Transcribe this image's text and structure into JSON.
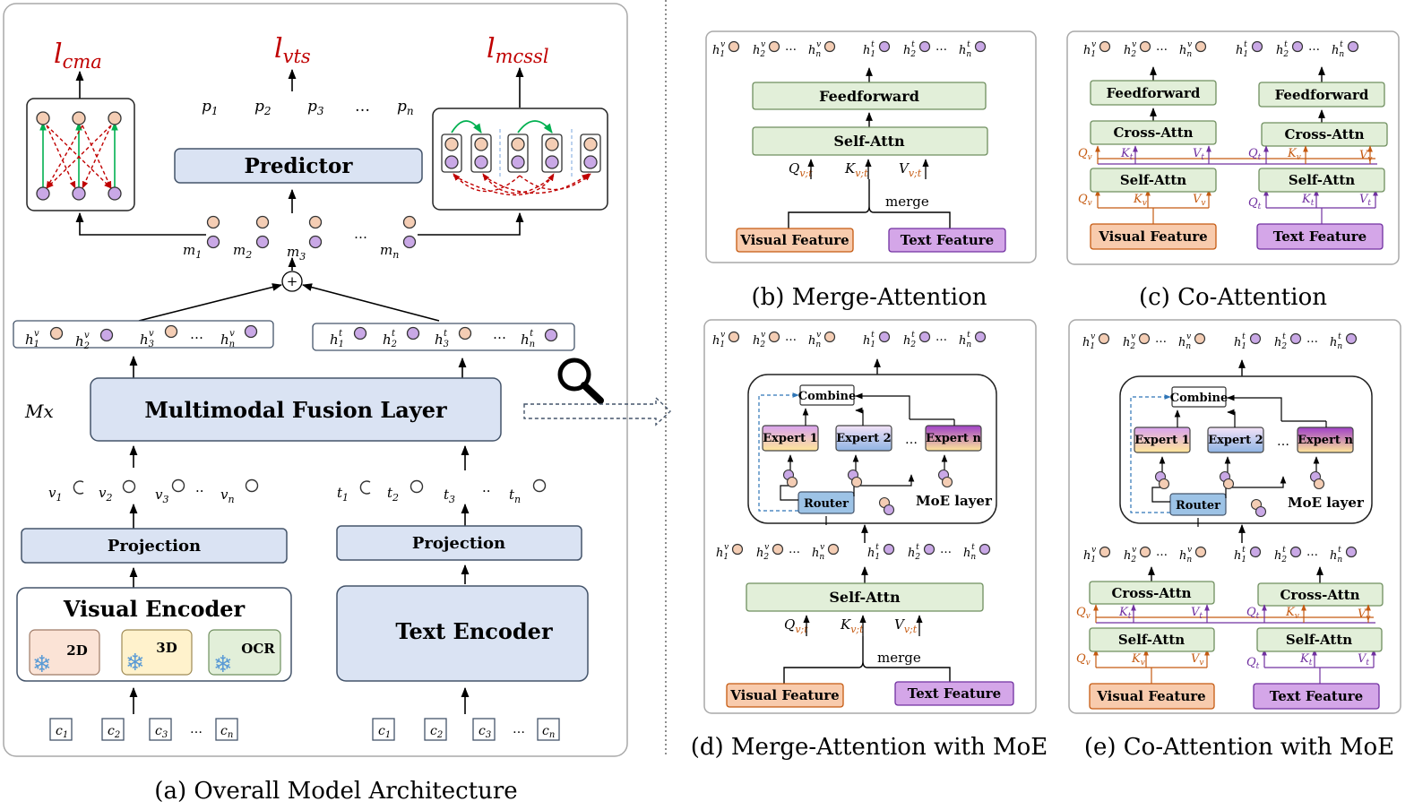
{
  "colors": {
    "panel_border": "#a9a9a9",
    "blue_fill": "#dae3f3",
    "blue_stroke": "#44546a",
    "green_fill": "#e2efd9",
    "green_stroke": "#6f8f5f",
    "visual_fill": "#f8cbad",
    "visual_stroke": "#c55a11",
    "text_fill": "#d4a6e8",
    "text_stroke": "#7030a0",
    "loss_red": "#c00000",
    "arrow_green": "#00b050",
    "dash_red": "#c00000",
    "q_orange": "#c55a11",
    "k_purple": "#7030a0",
    "dot_orange_fill": "#f4cdb4",
    "dot_purple_fill": "#c9a8e6",
    "expert_yellow": "#ffe699",
    "expert_blue": "#9dc3e6"
  },
  "panel_a": {
    "caption": "(a) Overall Model Architecture",
    "losses": {
      "cma": "cma",
      "vts": "vts",
      "mcssl": "mcssl"
    },
    "predictor_label": "Predictor",
    "predictions": [
      "p",
      "p",
      "p",
      "…",
      "p"
    ],
    "prediction_subs": [
      "1",
      "2",
      "3",
      "",
      "n"
    ],
    "merged_tokens": [
      "m",
      "m",
      "m",
      "…",
      "m"
    ],
    "merged_subs": [
      "1",
      "2",
      "3",
      "",
      "n"
    ],
    "plus_symbol": "+",
    "visual_hidden": [
      "h",
      "h",
      "h",
      "…",
      "h"
    ],
    "visual_hidden_subs": [
      "1",
      "2",
      "3",
      "",
      "n"
    ],
    "visual_hidden_sup": "v",
    "text_hidden": [
      "h",
      "h",
      "h",
      "…",
      "h"
    ],
    "text_hidden_subs": [
      "1",
      "2",
      "3",
      "",
      "n"
    ],
    "text_hidden_sup": "t",
    "repeat_label": "Mx",
    "fusion_label": "Multimodal Fusion Layer",
    "visual_tokens": [
      "v",
      "v",
      "v",
      "··",
      "v"
    ],
    "visual_token_subs": [
      "1",
      "2",
      "3",
      "",
      "n"
    ],
    "text_tokens": [
      "t",
      "t",
      "t",
      "··",
      "t"
    ],
    "text_token_subs": [
      "1",
      "2",
      "3",
      "",
      "n"
    ],
    "projection_label": "Projection",
    "visual_encoder_label": "Visual Encoder",
    "text_encoder_label": "Text Encoder",
    "sub_encoders": [
      "2D",
      "3D",
      "OCR"
    ],
    "visual_inputs": [
      "c",
      "c",
      "c",
      "…",
      "c"
    ],
    "visual_input_subs": [
      "1",
      "2",
      "3",
      "",
      "n"
    ],
    "text_inputs": [
      "c",
      "c",
      "c",
      "…",
      "c"
    ],
    "text_input_subs": [
      "1",
      "2",
      "3",
      "",
      "n"
    ]
  },
  "panel_b": {
    "caption": "(b) Merge-Attention",
    "feedforward": "Feedforward",
    "self_attn": "Self-Attn",
    "merge": "merge",
    "q": "Q",
    "k": "K",
    "v": "V",
    "qkv_sub": "v;t",
    "visual_feature": "Visual Feature",
    "text_feature": "Text Feature"
  },
  "panel_c": {
    "caption": "(c) Co-Attention",
    "feedforward": "Feedforward",
    "cross_attn": "Cross-Attn",
    "self_attn": "Self-Attn",
    "visual_feature": "Visual Feature",
    "text_feature": "Text Feature"
  },
  "panel_d": {
    "caption": "(d) Merge-Attention with MoE",
    "combine": "Combine",
    "expert1": "Expert 1",
    "expert2": "Expert 2",
    "expertn": "Expert n",
    "router": "Router",
    "moe_layer": "MoE layer",
    "self_attn": "Self-Attn",
    "merge": "merge",
    "visual_feature": "Visual Feature",
    "text_feature": "Text Feature"
  },
  "panel_e": {
    "caption": "(e) Co-Attention with MoE",
    "combine": "Combine",
    "expert1": "Expert 1",
    "expert2": "Expert 2",
    "expertn": "Expert n",
    "router": "Router",
    "moe_layer": "MoE layer",
    "cross_attn": "Cross-Attn",
    "self_attn": "Self-Attn",
    "visual_feature": "Visual Feature",
    "text_feature": "Text Feature"
  },
  "hidden_row": {
    "h": "h",
    "v": "v",
    "t": "t",
    "subs": [
      "1",
      "2",
      "n"
    ],
    "ellipsis": "…"
  },
  "ellipsis": "…"
}
